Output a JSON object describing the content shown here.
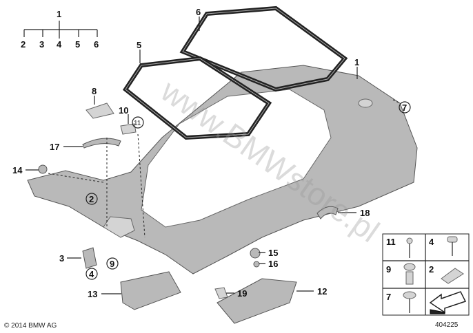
{
  "tree": {
    "root": "1",
    "children": [
      "2",
      "3",
      "4",
      "5",
      "6"
    ]
  },
  "callouts": {
    "c1": "1",
    "c2": "2",
    "c3": "3",
    "c4": "4",
    "c5": "5",
    "c6": "6",
    "c7": "7",
    "c8": "8",
    "c9": "9",
    "c10": "10",
    "c11": "11",
    "c12": "12",
    "c13": "13",
    "c14": "14",
    "c15": "15",
    "c16": "16",
    "c17": "17",
    "c18": "18",
    "c19": "19"
  },
  "parts_table": {
    "cells": [
      "11",
      "4",
      "9",
      "2",
      "7"
    ]
  },
  "watermark": "www.BMWstore.pl",
  "copyright": "© 2014 BMW AG",
  "diagram_number": "404225"
}
